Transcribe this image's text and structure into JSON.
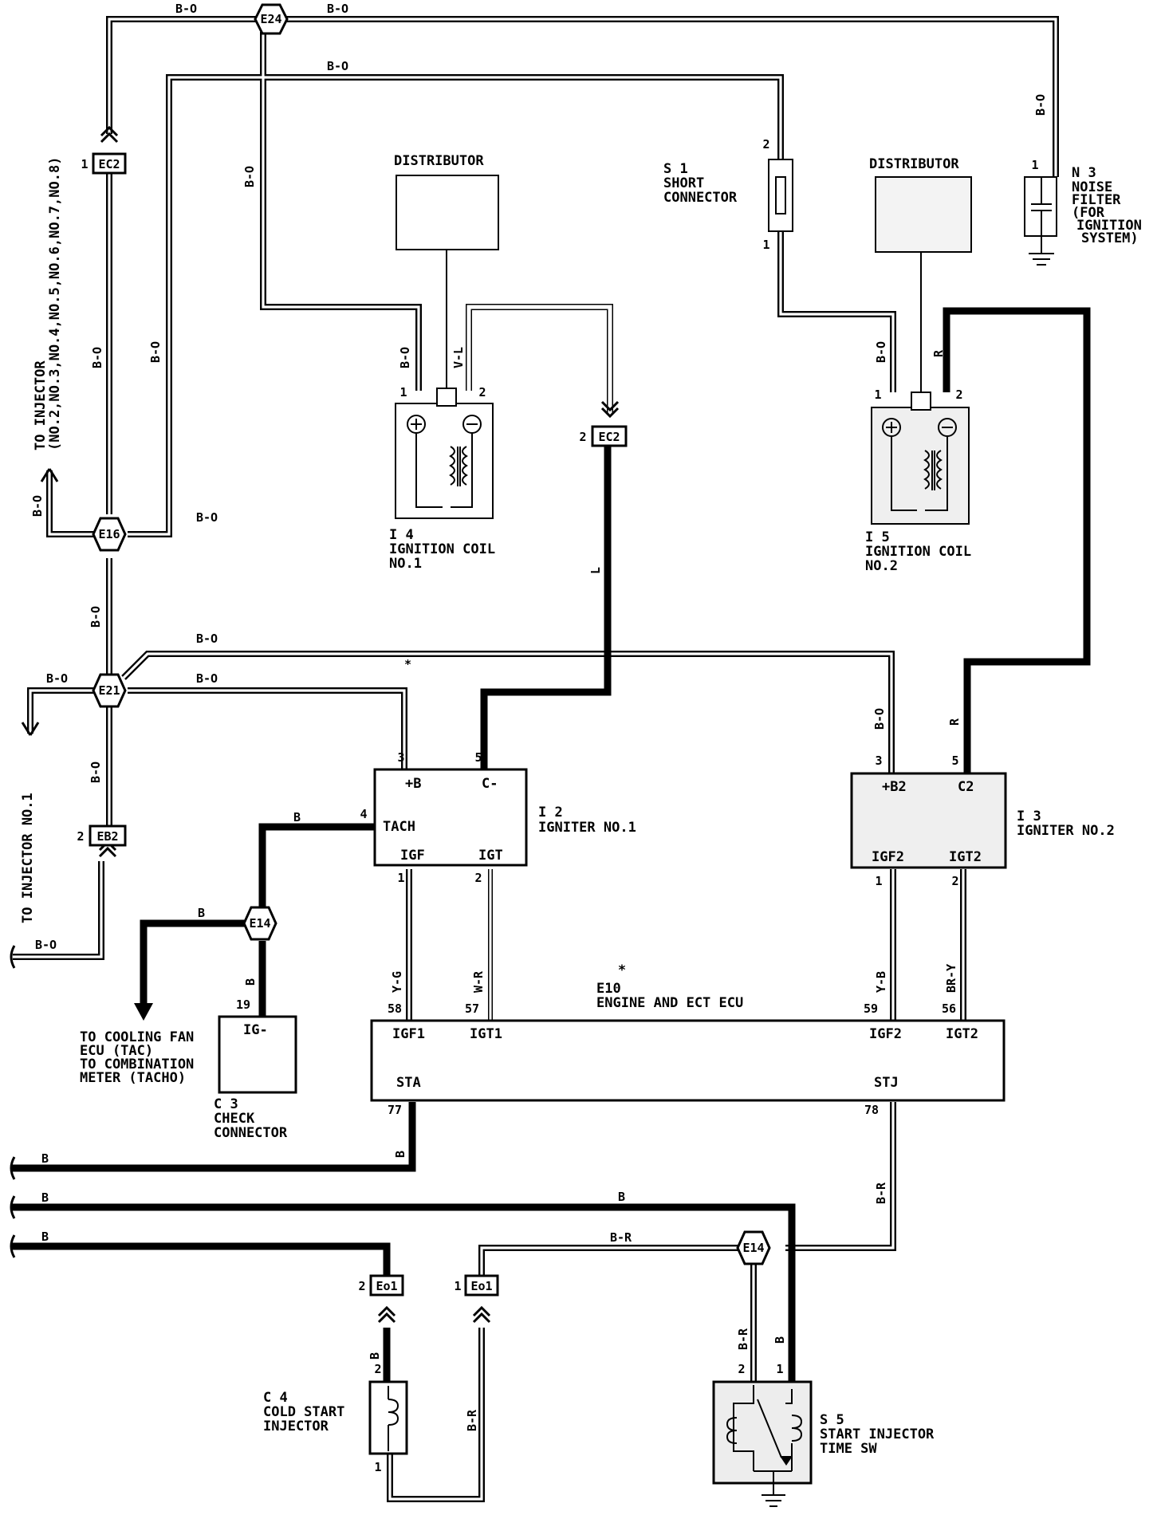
{
  "wire_colors": {
    "b_o": "B-O",
    "b": "B",
    "l": "L",
    "r": "R",
    "v_l": "V-L",
    "y_g": "Y-G",
    "w_r": "W-R",
    "y_b": "Y-B",
    "br_y": "BR-Y",
    "b_r": "B-R",
    "star": "*"
  },
  "junctions": {
    "e24": "E24",
    "e16": "E16",
    "e21": "E21",
    "e14": "E14"
  },
  "connectors": {
    "ec2": "EC2",
    "eb2": "EB2",
    "eo1": "Eo1"
  },
  "pins": {
    "p1": "1",
    "p2": "2",
    "p3": "3",
    "p4": "4",
    "p5": "5",
    "p19": "19",
    "p56": "56",
    "p57": "57",
    "p58": "58",
    "p59": "59",
    "p77": "77",
    "p78": "78"
  },
  "components": {
    "distributor": "DISTRIBUTOR",
    "s1": {
      "id": "S 1",
      "line1": "SHORT",
      "line2": "CONNECTOR"
    },
    "n3": {
      "id": "N 3",
      "line1": "NOISE",
      "line2": "FILTER",
      "line3": "(FOR",
      "line4": "IGNITION",
      "line5": "SYSTEM)"
    },
    "i4": {
      "id": "I 4",
      "line1": "IGNITION COIL",
      "line2": "NO.1"
    },
    "i5": {
      "id": "I 5",
      "line1": "IGNITION COIL",
      "line2": "NO.2"
    },
    "i2": {
      "id": "I 2",
      "name": "IGNITER NO.1",
      "pin_b": "+B",
      "pin_c": "C-",
      "pin_tach": "TACH",
      "pin_igf": "IGF",
      "pin_igt": "IGT"
    },
    "i3": {
      "id": "I 3",
      "name": "IGNITER NO.2",
      "pin_b2": "+B2",
      "pin_c2": "C2",
      "pin_igf2": "IGF2",
      "pin_igt2": "IGT2"
    },
    "e10": {
      "id": "E10",
      "name": "ENGINE AND ECT ECU",
      "igf1": "IGF1",
      "igt1": "IGT1",
      "igf2": "IGF2",
      "igt2": "IGT2",
      "sta": "STA",
      "stj": "STJ"
    },
    "c3": {
      "id": "C 3",
      "line1": "CHECK",
      "line2": "CONNECTOR",
      "pin": "IG-"
    },
    "c4": {
      "id": "C 4",
      "line1": "COLD START",
      "line2": "INJECTOR"
    },
    "s5": {
      "id": "S 5",
      "line1": "START INJECTOR",
      "line2": "TIME SW"
    }
  },
  "destinations": {
    "injectors_line1": "TO INJECTOR",
    "injectors_line2": "(NO.2,NO.3,NO.4,NO.5,NO.6,NO.7,NO.8)",
    "injector_no1": "TO INJECTOR NO.1",
    "cooling_fan": "TO COOLING FAN",
    "ecu_tac": "ECU (TAC)",
    "combination": "TO COMBINATION",
    "meter_tacho": "METER (TACHO)"
  }
}
